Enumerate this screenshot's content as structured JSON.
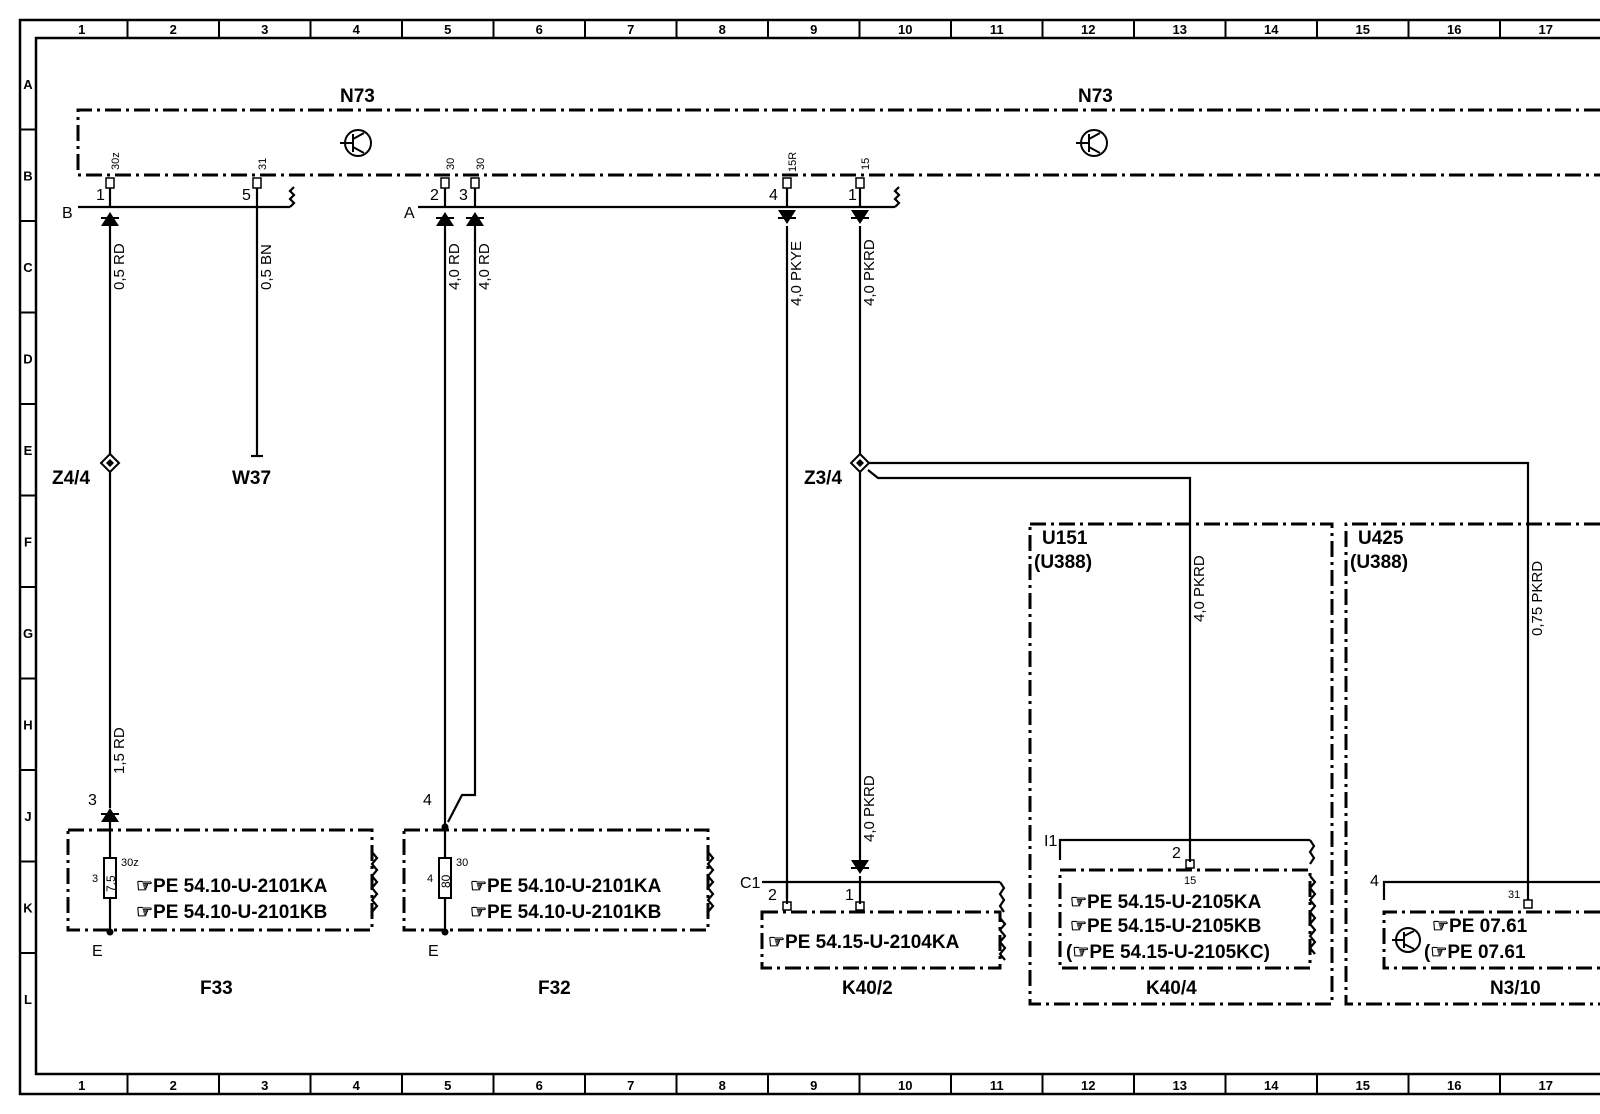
{
  "grid": {
    "columns": [
      "1",
      "2",
      "3",
      "4",
      "5",
      "6",
      "7",
      "8",
      "9",
      "10",
      "11",
      "12",
      "13",
      "14",
      "15",
      "16",
      "17"
    ],
    "rows": [
      "A",
      "B",
      "C",
      "D",
      "E",
      "F",
      "G",
      "H",
      "J",
      "K",
      "L"
    ]
  },
  "modules": {
    "n73_left": "N73",
    "n73_right": "N73",
    "u151": "U151",
    "u151_alt": "(U388)",
    "u425": "U425",
    "u425_alt": "(U388)"
  },
  "connectors": {
    "b": "B",
    "a": "A",
    "c1": "C1",
    "i1": "I1"
  },
  "pins": {
    "p1_30z": "1",
    "p5_31": "5",
    "p2_30": "2",
    "p3_30": "3",
    "p4_15r": "4",
    "p1_15": "1",
    "f33_3": "3",
    "f32_4": "4",
    "k402_2": "2",
    "k402_1": "1",
    "k404_2": "2",
    "n310_4": "4",
    "f33_side": "3",
    "f32_side": "4"
  },
  "pin_terms": {
    "t30z": "30z",
    "t31": "31",
    "t30a": "30",
    "t30b": "30",
    "t15r": "15R",
    "t15": "15",
    "f33_30z": "30z",
    "f32_30": "30",
    "k404_15": "15",
    "n310_31": "31"
  },
  "wires": {
    "w1": "0,5 RD",
    "w2": "0,5 BN",
    "w3": "4,0 RD",
    "w4": "4,0 RD",
    "w5": "4,0 PKYE",
    "w6": "4,0 PKRD",
    "w7": "1,5 RD",
    "w8": "4,0 PKRD",
    "w9": "4,0 PKRD",
    "w10": "0,75 PKRD"
  },
  "splices": {
    "z44": "Z4/4",
    "w37": "W37",
    "z34": "Z3/4"
  },
  "fuses": {
    "f33_value": "7,5",
    "f32_value": "80"
  },
  "components": {
    "f33": {
      "name": "F33",
      "refs": [
        "☞PE  54.10-U-2101KA",
        "☞PE  54.10-U-2101KB"
      ],
      "ground": "E"
    },
    "f32": {
      "name": "F32",
      "refs": [
        "☞PE  54.10-U-2101KA",
        "☞PE  54.10-U-2101KB"
      ],
      "ground": "E"
    },
    "k40_2": {
      "name": "K40/2",
      "refs": [
        "☞PE  54.15-U-2104KA"
      ]
    },
    "k40_4": {
      "name": "K40/4",
      "refs": [
        "☞PE  54.15-U-2105KA",
        "☞PE  54.15-U-2105KB",
        "(☞PE  54.15-U-2105KC)"
      ]
    },
    "n3_10": {
      "name": "N3/10",
      "refs": [
        "☞PE  07.61",
        "(☞PE  07.61"
      ]
    }
  },
  "colors": {
    "line": "#000000",
    "background": "#ffffff"
  }
}
